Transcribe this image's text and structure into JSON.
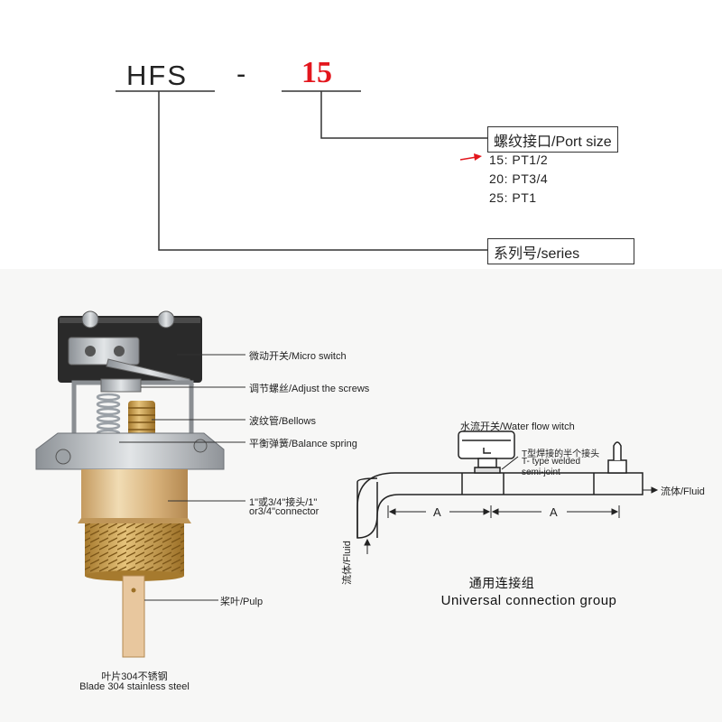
{
  "model": {
    "prefix": "HFS",
    "dash": "-",
    "code": "15"
  },
  "port_size": {
    "label": "螺纹接口/Port size",
    "options": [
      "15: PT1/2",
      "20: PT3/4",
      "25: PT1"
    ]
  },
  "series": {
    "label": "系列号/series"
  },
  "parts": {
    "micro_switch": "微动开关/Micro switch",
    "adjust_screws": "调节螺丝/Adjust the screws",
    "bellows": "波纹管/Bellows",
    "balance_spring": "平衡弹簧/Balance spring",
    "connector_line1": "1\"或3/4\"接头/1\"",
    "connector_line2": "or3/4\"connector",
    "pulp": "桨叶/Pulp",
    "blade_line1": "叶片304不锈钢",
    "blade_line2": "Blade 304 stainless steel"
  },
  "connection": {
    "water_flow_switch": "水流开关/Water flow witch",
    "t_joint_line1": "T型焊接的半个接头",
    "t_joint_line2": "T- type welded",
    "t_joint_line3": "semi-joint",
    "fluid_right": "流体/Fluid",
    "fluid_left": "流体/Fluid",
    "dim_a1": "A",
    "dim_a2": "A",
    "title_cn": "通用连接组",
    "title_en": "Universal connection group"
  },
  "colors": {
    "accent_red": "#e3161d",
    "brass": "#d9b98a",
    "steel": "#b8bcc0"
  }
}
